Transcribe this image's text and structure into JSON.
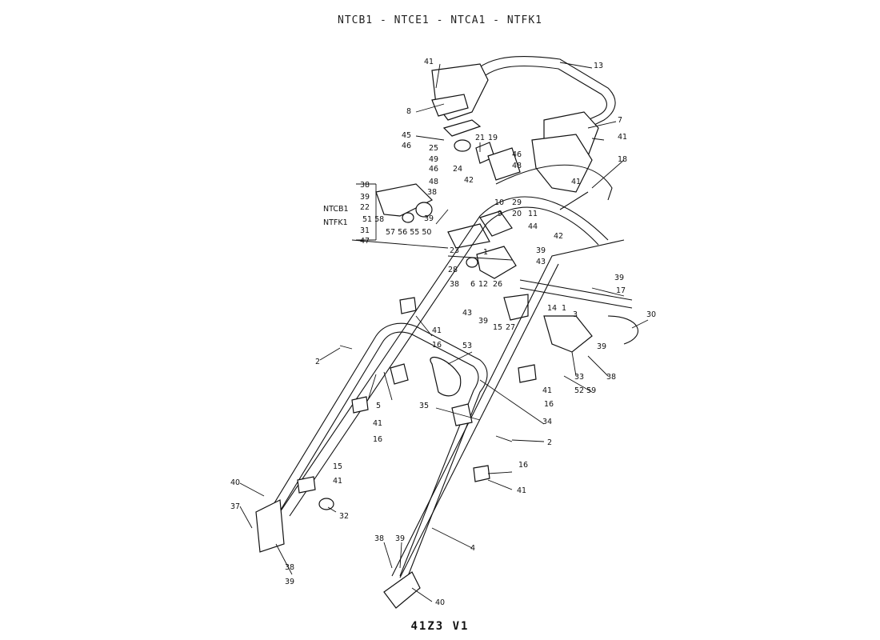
{
  "header": {
    "title": "NTCB1 - NTCE1 - NTCA1 - NTFK1"
  },
  "footer": {
    "code": "41Z3 V1"
  },
  "side_labels": {
    "ntcb1": "NTCB1",
    "ntfk1": "NTFK1"
  },
  "callouts": [
    {
      "id": "c41a",
      "label": "41"
    },
    {
      "id": "c13",
      "label": "13"
    },
    {
      "id": "c8",
      "label": "8"
    },
    {
      "id": "c7",
      "label": "7"
    },
    {
      "id": "c45",
      "label": "45"
    },
    {
      "id": "c46a",
      "label": "46"
    },
    {
      "id": "c25",
      "label": "25"
    },
    {
      "id": "c21",
      "label": "21"
    },
    {
      "id": "c19",
      "label": "19"
    },
    {
      "id": "c41b",
      "label": "41"
    },
    {
      "id": "c18",
      "label": "18"
    },
    {
      "id": "c49",
      "label": "49"
    },
    {
      "id": "c46b",
      "label": "46"
    },
    {
      "id": "c24",
      "label": "24"
    },
    {
      "id": "c46c",
      "label": "46"
    },
    {
      "id": "c48a",
      "label": "48"
    },
    {
      "id": "c41c",
      "label": "41"
    },
    {
      "id": "c42a",
      "label": "42"
    },
    {
      "id": "c38a",
      "label": "38"
    },
    {
      "id": "c48b",
      "label": "48"
    },
    {
      "id": "c39a",
      "label": "39"
    },
    {
      "id": "c38b",
      "label": "38"
    },
    {
      "id": "c22",
      "label": "22"
    },
    {
      "id": "c5158",
      "label": "51 58"
    },
    {
      "id": "c31",
      "label": "31"
    },
    {
      "id": "c39b",
      "label": "39"
    },
    {
      "id": "c47",
      "label": "47"
    },
    {
      "id": "c10",
      "label": "10"
    },
    {
      "id": "c29",
      "label": "29"
    },
    {
      "id": "c9",
      "label": "9"
    },
    {
      "id": "c20",
      "label": "20"
    },
    {
      "id": "c11",
      "label": "11"
    },
    {
      "id": "c44",
      "label": "44"
    },
    {
      "id": "c57",
      "label": "57 56 55 50"
    },
    {
      "id": "c39c",
      "label": "39"
    },
    {
      "id": "c23",
      "label": "23"
    },
    {
      "id": "c43a",
      "label": "43"
    },
    {
      "id": "c42b",
      "label": "42"
    },
    {
      "id": "c1a",
      "label": "1"
    },
    {
      "id": "c28",
      "label": "28"
    },
    {
      "id": "c38c",
      "label": "38"
    },
    {
      "id": "c6",
      "label": "6"
    },
    {
      "id": "c12",
      "label": "12"
    },
    {
      "id": "c26",
      "label": "26"
    },
    {
      "id": "c39d",
      "label": "39"
    },
    {
      "id": "c17",
      "label": "17"
    },
    {
      "id": "c43b",
      "label": "43"
    },
    {
      "id": "c14",
      "label": "14"
    },
    {
      "id": "c1b",
      "label": "1"
    },
    {
      "id": "c3",
      "label": "3"
    },
    {
      "id": "c30",
      "label": "30"
    },
    {
      "id": "c39e",
      "label": "39"
    },
    {
      "id": "c15a",
      "label": "15"
    },
    {
      "id": "c27",
      "label": "27"
    },
    {
      "id": "c41d",
      "label": "41"
    },
    {
      "id": "c16a",
      "label": "16"
    },
    {
      "id": "c2a",
      "label": "2"
    },
    {
      "id": "c53",
      "label": "53"
    },
    {
      "id": "c39f",
      "label": "39"
    },
    {
      "id": "c33",
      "label": "33"
    },
    {
      "id": "c38d",
      "label": "38"
    },
    {
      "id": "c41e",
      "label": "41"
    },
    {
      "id": "c5259",
      "label": "52 59"
    },
    {
      "id": "c16b",
      "label": "16"
    },
    {
      "id": "c5",
      "label": "5"
    },
    {
      "id": "c35",
      "label": "35"
    },
    {
      "id": "c34",
      "label": "34"
    },
    {
      "id": "c41f",
      "label": "41"
    },
    {
      "id": "c16c",
      "label": "16"
    },
    {
      "id": "c2b",
      "label": "2"
    },
    {
      "id": "c15b",
      "label": "15"
    },
    {
      "id": "c16d",
      "label": "16"
    },
    {
      "id": "c40a",
      "label": "40"
    },
    {
      "id": "c41g",
      "label": "41"
    },
    {
      "id": "c41h",
      "label": "41"
    },
    {
      "id": "c32",
      "label": "32"
    },
    {
      "id": "c37",
      "label": "37"
    },
    {
      "id": "c4",
      "label": "4"
    },
    {
      "id": "c38e",
      "label": "38"
    },
    {
      "id": "c39g",
      "label": "39"
    },
    {
      "id": "c38f",
      "label": "38"
    },
    {
      "id": "c39h",
      "label": "39"
    },
    {
      "id": "c40b",
      "label": "40"
    }
  ]
}
